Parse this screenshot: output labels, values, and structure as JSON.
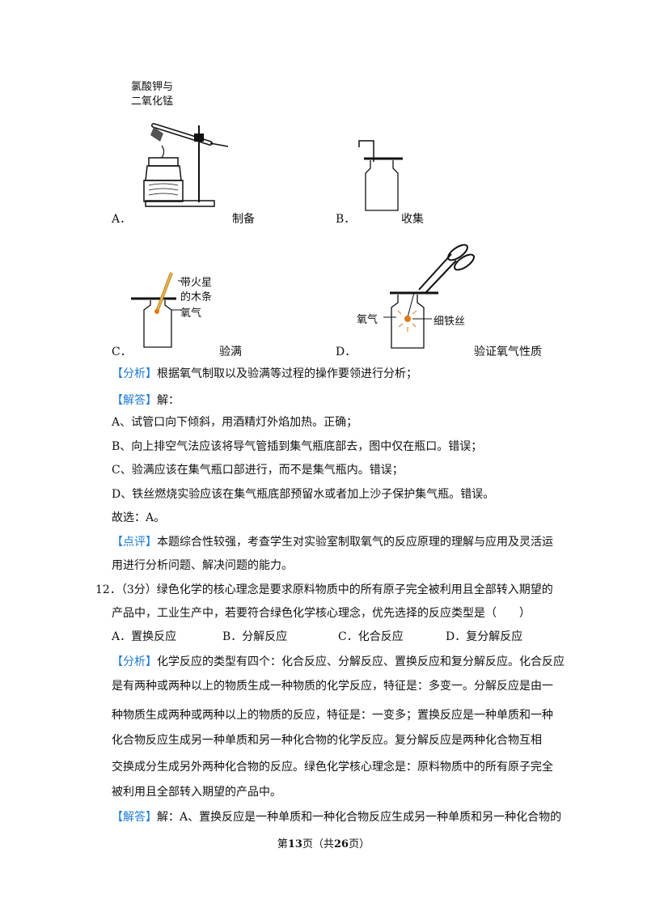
{
  "figures": {
    "a": {
      "letter": "A．",
      "caption": "制备",
      "label1": "氯酸钾与",
      "label2": "二氧化锰"
    },
    "b": {
      "letter": "B．",
      "caption": "收集"
    },
    "c": {
      "letter": "C．",
      "caption": "验满",
      "label1": "带火星",
      "label2": "的木条",
      "label3": "氧气"
    },
    "d": {
      "letter": "D．",
      "caption": "验证氧气性质",
      "label1": "氧气",
      "label2": "细铁丝"
    }
  },
  "q11": {
    "analysis_tag": "【分析】",
    "analysis": "根据氧气制取以及验满等过程的操作要领进行分析；",
    "answer_tag": "【解答】",
    "answer_head": "解：",
    "lines": [
      "A、试管口向下倾斜，用酒精灯外焰加热。正确；",
      "B、向上排空气法应该将导气管插到集气瓶底部去，图中仅在瓶口。错误；",
      "C、验满应该在集气瓶口部进行，而不是集气瓶内。错误；",
      "D、铁丝燃烧实验应该在集气瓶底部预留水或者加上沙子保护集气瓶。错误。",
      "故选：A。"
    ],
    "comment_tag": "【点评】",
    "comment1": "本题综合性较强，考查学生对实验室制取氧气的反应原理的理解与应用及灵活运",
    "comment2": "用进行分析问题、解决问题的能力。"
  },
  "q12": {
    "number": "12．",
    "stem1": "（3分）绿色化学的核心理念是要求原料物质中的所有原子完全被利用且全部转入期望的",
    "stem2": "产品中，工业生产中，若要符合绿色化学核心理念，优先选择的反应类型是（　　）",
    "options": [
      "A．置换反应",
      "B．分解反应",
      "C．化合反应",
      "D．复分解反应"
    ],
    "analysis_tag": "【分析】",
    "analysis_lines": [
      "化学反应的类型有四个：化合反应、分解反应、置换反应和复分解反应。化合反应",
      "是有两种或两种以上的物质生成一种物质的化学反应，特征是：多变一。分解反应是由一",
      "种物质生成两种或两种以上的物质的反应，特征是：一变多；置换反应是一种单质和一种",
      "化合物反应生成另一种单质和另一种化合物的化学反应。复分解反应是两种化合物互相",
      "交换成分生成另外两种化合物的反应。绿色化学核心理念是：原料物质中的所有原子完全",
      "被利用且全部转入期望的产品中。"
    ],
    "answer_tag": "【解答】",
    "answer1": "解：A、置换反应是一种单质和一种化合物反应生成另一种单质和另一种化合物的"
  },
  "footer": {
    "pre": "第",
    "page": "13",
    "mid": "页（共",
    "total": "26",
    "post": "页）"
  }
}
